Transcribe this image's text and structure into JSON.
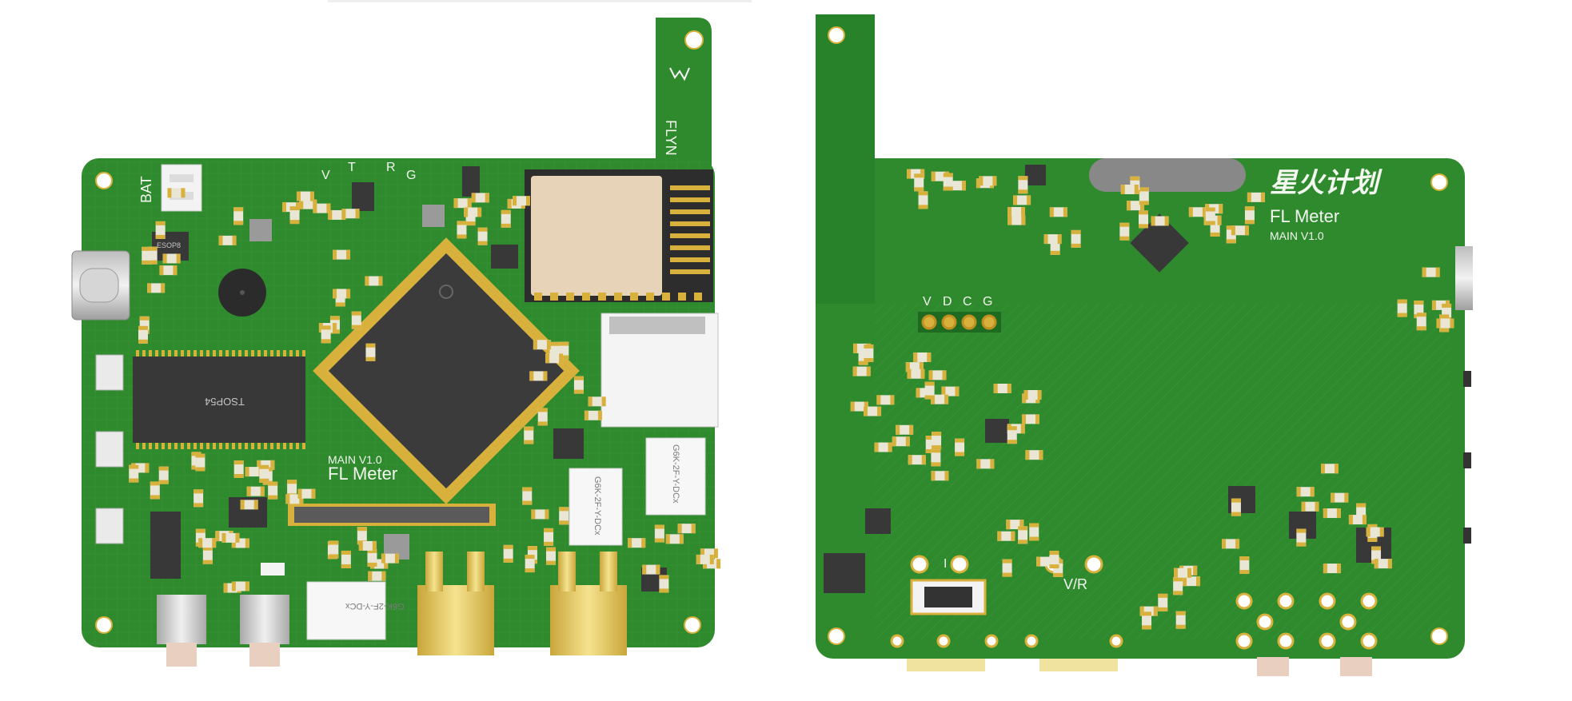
{
  "colors": {
    "pcb": "#2f8a2e",
    "pcb_dark": "#1e6b22",
    "pcb_trace": "#3a9a38",
    "silkscreen": "#ffffff",
    "gold": "#d8b13c",
    "chip": "#3a3a3a",
    "connector_metal": "#c9c9c9",
    "sma_gold": "#e8cf6a"
  },
  "top_board": {
    "battery_label": "BAT",
    "uart_pins": [
      "V",
      "T",
      "R",
      "G"
    ],
    "antenna_brand": "FLYN",
    "memory_chip_label": "TSOP54",
    "eeprom_label": "ESOP8",
    "board_rev": "MAIN V1.0",
    "board_title": "FL Meter",
    "relay_label": "G6K-2F-Y-DCx"
  },
  "bottom_board": {
    "logo_text": "星火计划",
    "board_title": "FL Meter",
    "board_rev": "MAIN V1.0",
    "debug_pins": [
      "V",
      "D",
      "C",
      "G"
    ],
    "probe_label_i": "I",
    "probe_label_vr": "V/R"
  }
}
